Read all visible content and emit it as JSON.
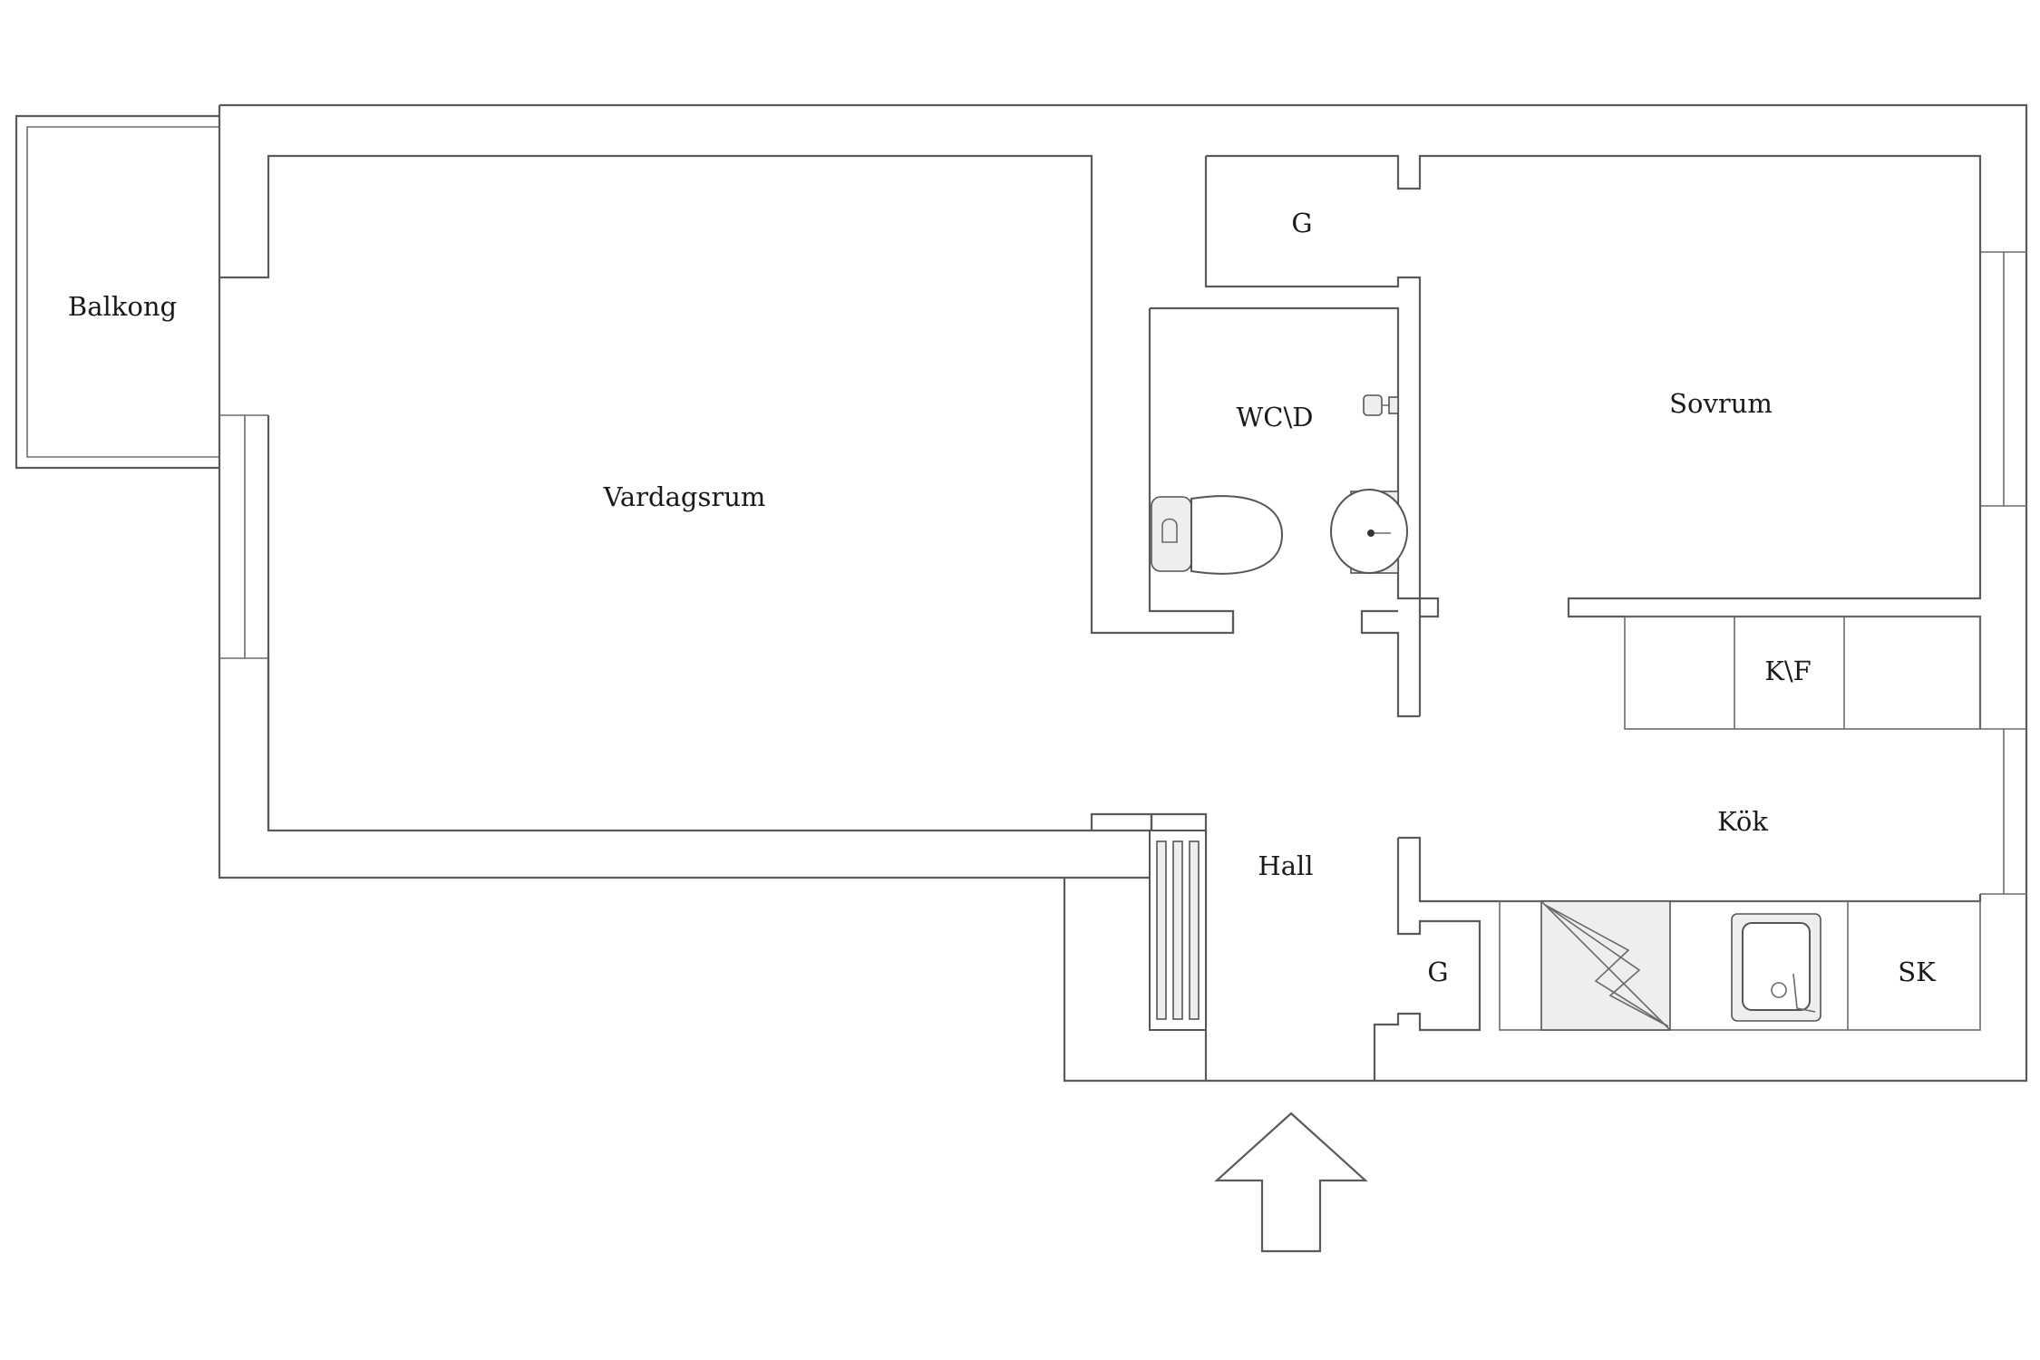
{
  "rooms": {
    "balkong": "Balkong",
    "vardagsrum": "Vardagsrum",
    "closet_top": "G",
    "wc": "WC\\D",
    "sovrum": "Sovrum",
    "kf": "K\\F",
    "kok": "Kök",
    "hall": "Hall",
    "closet_hall": "G",
    "sk": "SK"
  },
  "entrance_icon": "entrance-arrow-icon",
  "colors": {
    "lines": "#5a5a5a",
    "fixture_fill": "#eeeeee"
  }
}
